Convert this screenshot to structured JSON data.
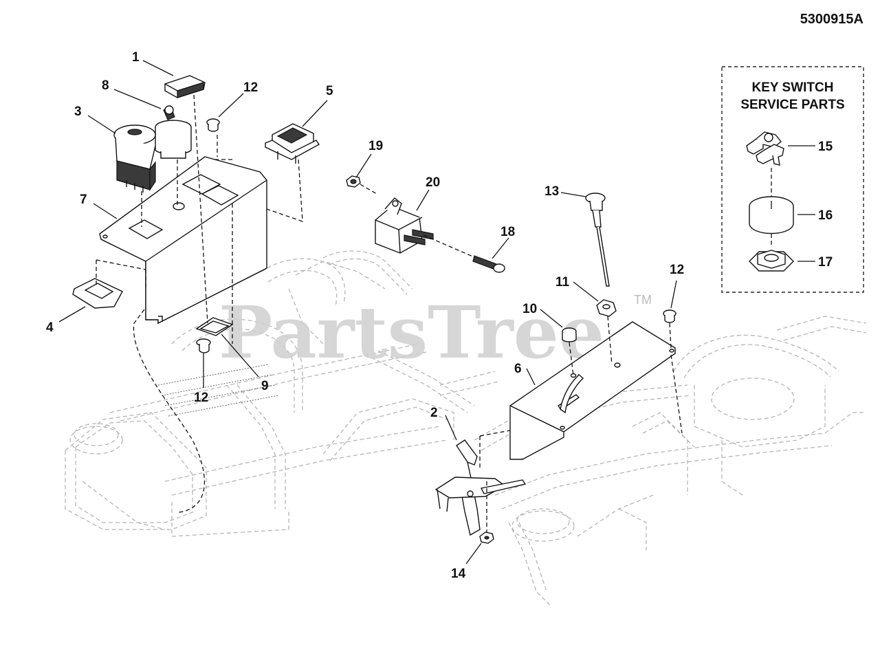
{
  "document": {
    "drawing_number": "5300915A"
  },
  "watermark": {
    "text": "PartsTree",
    "trademark": "TM"
  },
  "service_box": {
    "title_line1": "KEY SWITCH",
    "title_line2": "SERVICE PARTS"
  },
  "callouts": {
    "c1": "1",
    "c2": "2",
    "c3": "3",
    "c4": "4",
    "c5": "5",
    "c6": "6",
    "c7": "7",
    "c8": "8",
    "c9": "9",
    "c10": "10",
    "c11": "11",
    "c12a": "12",
    "c12b": "12",
    "c12c": "12",
    "c13": "13",
    "c14": "14",
    "c15": "15",
    "c16": "16",
    "c17": "17",
    "c18": "18",
    "c19": "19",
    "c20": "20"
  }
}
